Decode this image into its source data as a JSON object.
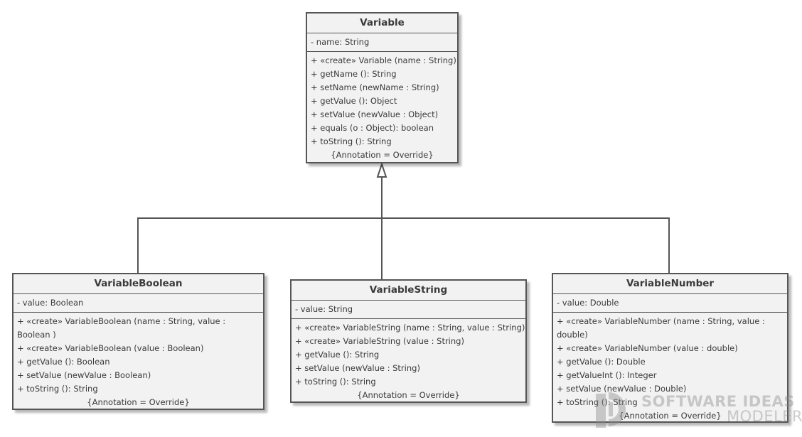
{
  "classes": {
    "variable": {
      "name": "Variable",
      "attributes": [
        "- name: String"
      ],
      "operations": [
        "+ «create» Variable (name : String)",
        "+ getName (): String",
        "+ setName (newName : String)",
        "+ getValue (): Object",
        "+ setValue (newValue : Object)",
        "+ equals (o : Object): boolean",
        "+ toString (): String"
      ],
      "annotation": "{Annotation = Override}"
    },
    "variable_boolean": {
      "name": "VariableBoolean",
      "attributes": [
        "- value: Boolean"
      ],
      "operations": [
        "+ «create» VariableBoolean (name : String, value : Boolean )",
        "+ «create» VariableBoolean (value : Boolean)",
        "+ getValue (): Boolean",
        "+ setValue (newValue : Boolean)",
        "+ toString (): String"
      ],
      "annotation": "{Annotation = Override}"
    },
    "variable_string": {
      "name": "VariableString",
      "attributes": [
        "- value: String"
      ],
      "operations": [
        "+ «create» VariableString (name : String, value : String)",
        "+ «create» VariableString (value : String)",
        "+ getValue (): String",
        "+ setValue (newValue : String)",
        "+ toString (): String"
      ],
      "annotation": "{Annotation = Override}"
    },
    "variable_number": {
      "name": "VariableNumber",
      "attributes": [
        "- value: Double"
      ],
      "operations": [
        "+ «create» VariableNumber (name : String, value : double)",
        "+ «create» VariableNumber (value : double)",
        "+ getValue (): Double",
        "+ getValueInt (): Integer",
        "+ setValue (newValue : Double)",
        "+ toString (): String"
      ],
      "annotation": "{Annotation = Override}"
    }
  },
  "watermark": {
    "line1": "SOFTWARE IDEAS",
    "line2": "MODELER"
  }
}
